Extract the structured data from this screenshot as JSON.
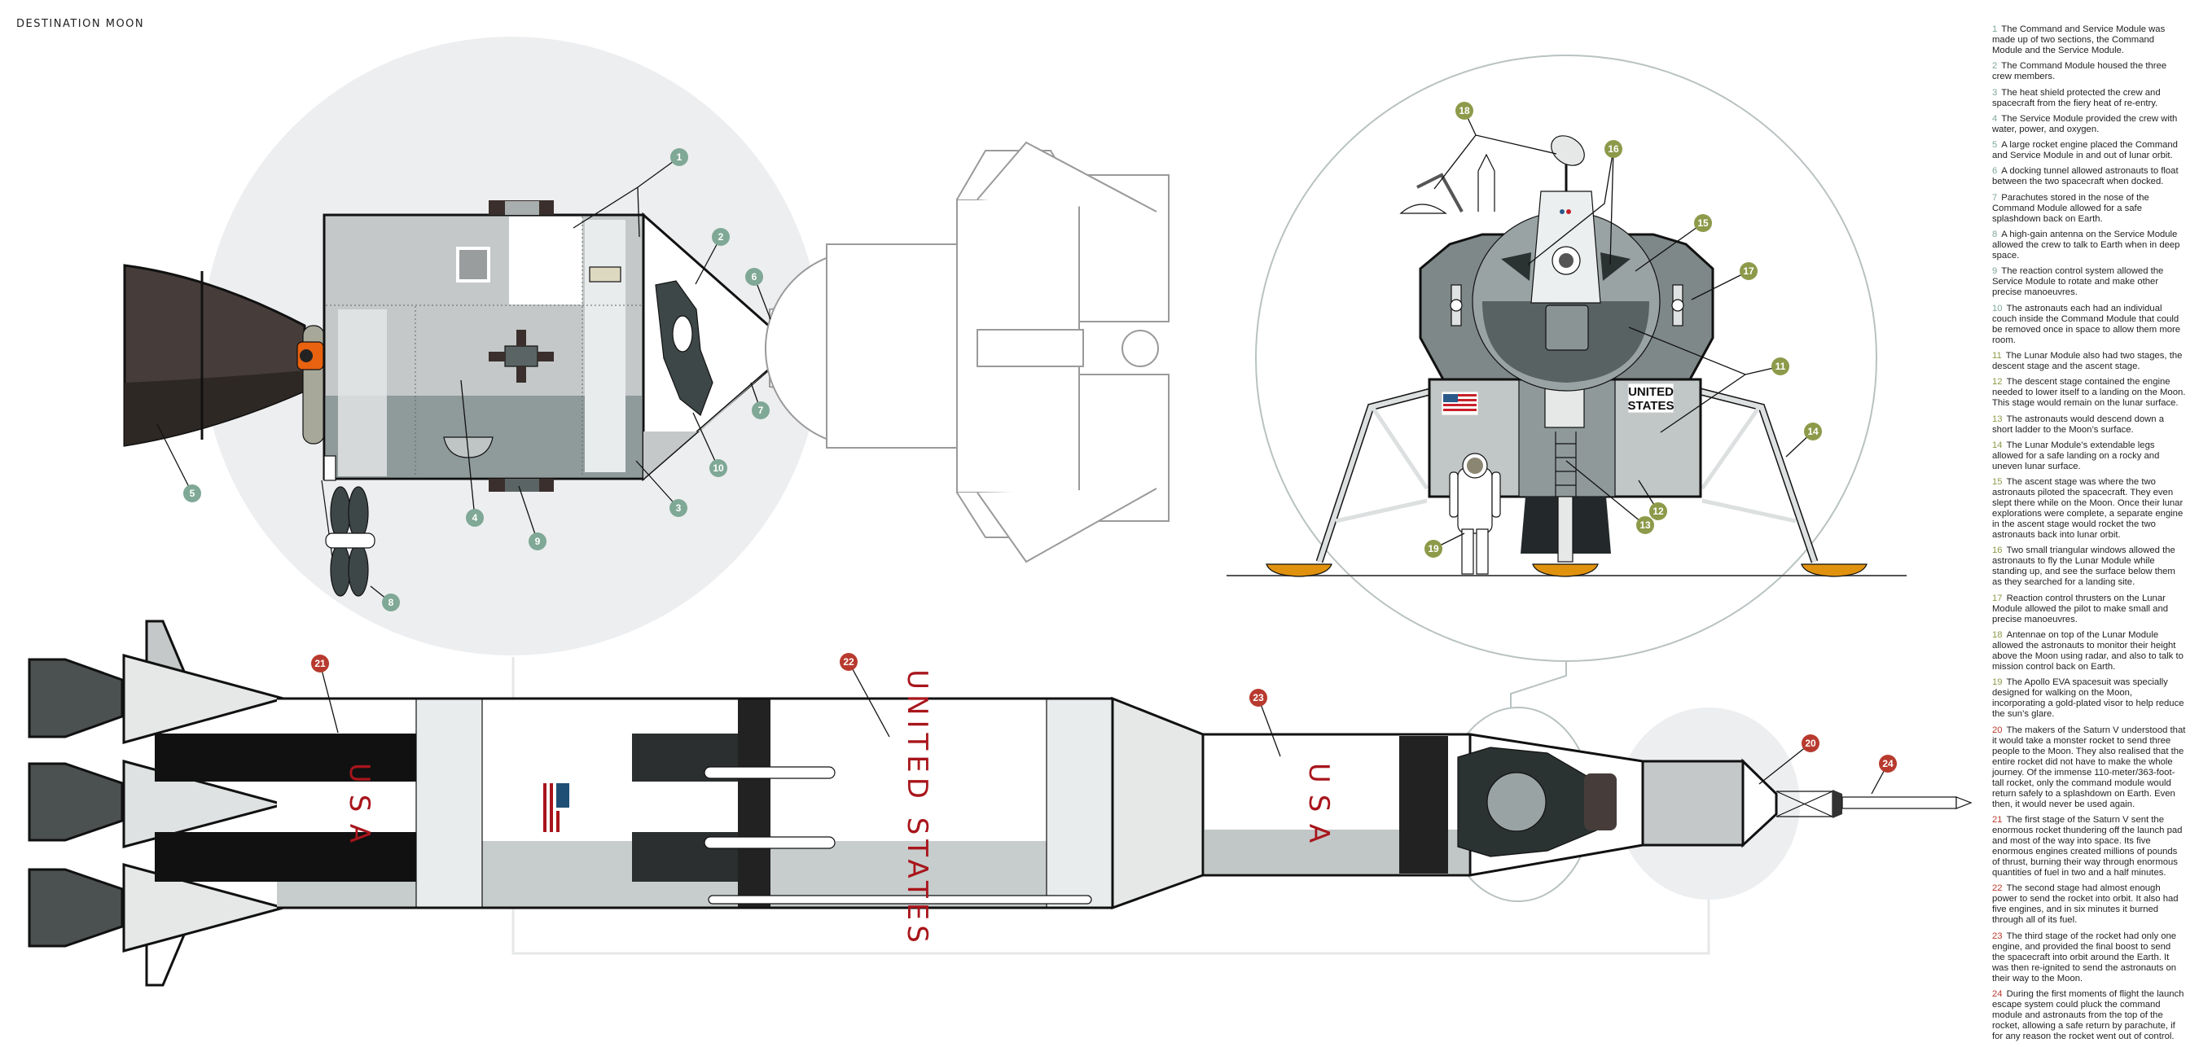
{
  "title": "DESTINATION MOON",
  "colors": {
    "csm_label": "#7fa896",
    "lm_label": "#8d9a4a",
    "rocket_label": "#b83a2e",
    "engine_orange": "#e0920f",
    "rocket_text": "#a8151b"
  },
  "markings": {
    "usa_1": "USA",
    "united_states": "UNITED STATES",
    "usa_3": "USA",
    "lm_line1": "UNITED",
    "lm_line2": "STATES"
  },
  "labels": [
    "1",
    "2",
    "3",
    "4",
    "5",
    "6",
    "7",
    "8",
    "9",
    "10",
    "11",
    "12",
    "13",
    "14",
    "15",
    "16",
    "17",
    "18",
    "19",
    "20",
    "21",
    "22",
    "23",
    "24"
  ],
  "notes": [
    {
      "n": "1",
      "text": "The Command and Service Module was made up of two sections, the Command Module and the Service Module."
    },
    {
      "n": "2",
      "text": "The Command Module housed the three crew members."
    },
    {
      "n": "3",
      "text": "The heat shield protected the crew and spacecraft from the fiery heat of re-entry."
    },
    {
      "n": "4",
      "text": "The Service Module provided the crew with water, power, and oxygen."
    },
    {
      "n": "5",
      "text": "A large rocket engine placed the Command and Service Module in and out of lunar orbit."
    },
    {
      "n": "6",
      "text": "A docking tunnel allowed astronauts to float between the two spacecraft when docked."
    },
    {
      "n": "7",
      "text": "Parachutes stored in the nose of the Command Module allowed for a safe splashdown back on Earth."
    },
    {
      "n": "8",
      "text": "A high-gain antenna on the Service Module allowed the crew to talk to Earth when in deep space."
    },
    {
      "n": "9",
      "text": "The reaction control system allowed the Service Module to rotate and make other precise manoeuvres."
    },
    {
      "n": "10",
      "text": "The astronauts each had an individual couch inside the Command Module that could be removed once in space to allow them more room."
    },
    {
      "n": "11",
      "text": "The Lunar Module also had two stages, the descent stage and the ascent stage."
    },
    {
      "n": "12",
      "text": "The descent stage contained the engine needed to lower itself to a landing on the Moon. This stage would remain on the lunar surface."
    },
    {
      "n": "13",
      "text": "The astronauts would descend down a short ladder to the Moon’s surface."
    },
    {
      "n": "14",
      "text": "The Lunar Module’s extendable legs allowed for a safe landing on a rocky and uneven lunar surface."
    },
    {
      "n": "15",
      "text": "The ascent stage was where the two astronauts piloted the spacecraft. They even slept there while on the Moon. Once their lunar explorations were complete, a separate engine in the ascent stage would rocket the two astronauts back into lunar orbit."
    },
    {
      "n": "16",
      "text": "Two small triangular windows allowed the astronauts to fly the Lunar Module while standing up, and see the surface below them as they searched for a landing site."
    },
    {
      "n": "17",
      "text": "Reaction control thrusters on the Lunar Module allowed the pilot to make small and precise manoeuvres."
    },
    {
      "n": "18",
      "text": "Antennae on top of the Lunar Module allowed the astronauts to monitor their height above the Moon using radar, and also to talk to mission control back on Earth."
    },
    {
      "n": "19",
      "text": "The Apollo EVA spacesuit was specially designed for walking on the Moon, incorporating a gold-plated visor to help reduce the sun’s glare."
    },
    {
      "n": "20",
      "text": "The makers of the Saturn V understood that it would take a monster rocket to send three people to the Moon. They also realised that the entire rocket did not have to make the whole journey. Of the immense 110-meter/363-foot-tall rocket, only the command module would return safely to a splashdown on Earth. Even then, it would never be used again."
    },
    {
      "n": "21",
      "text": "The first stage of the Saturn V sent the enormous rocket thundering off the launch pad and most of the way into space. Its five enormous engines created millions of pounds of thrust, burning their way through enormous quantities of fuel in two and a half minutes."
    },
    {
      "n": "22",
      "text": "The second stage had almost enough power to send the rocket into orbit. It also had five engines, and in six minutes it burned through all of its fuel."
    },
    {
      "n": "23",
      "text": "The third stage of the rocket had only one engine, and provided the final boost to send the spacecraft into orbit around the Earth. It was then re-ignited to send the astronauts on their way to the Moon."
    },
    {
      "n": "24",
      "text": "During the first moments of flight the launch escape system could pluck the command module and astronauts from the top of the rocket, allowing a safe return by parachute, if for any reason the rocket went out of control."
    }
  ]
}
